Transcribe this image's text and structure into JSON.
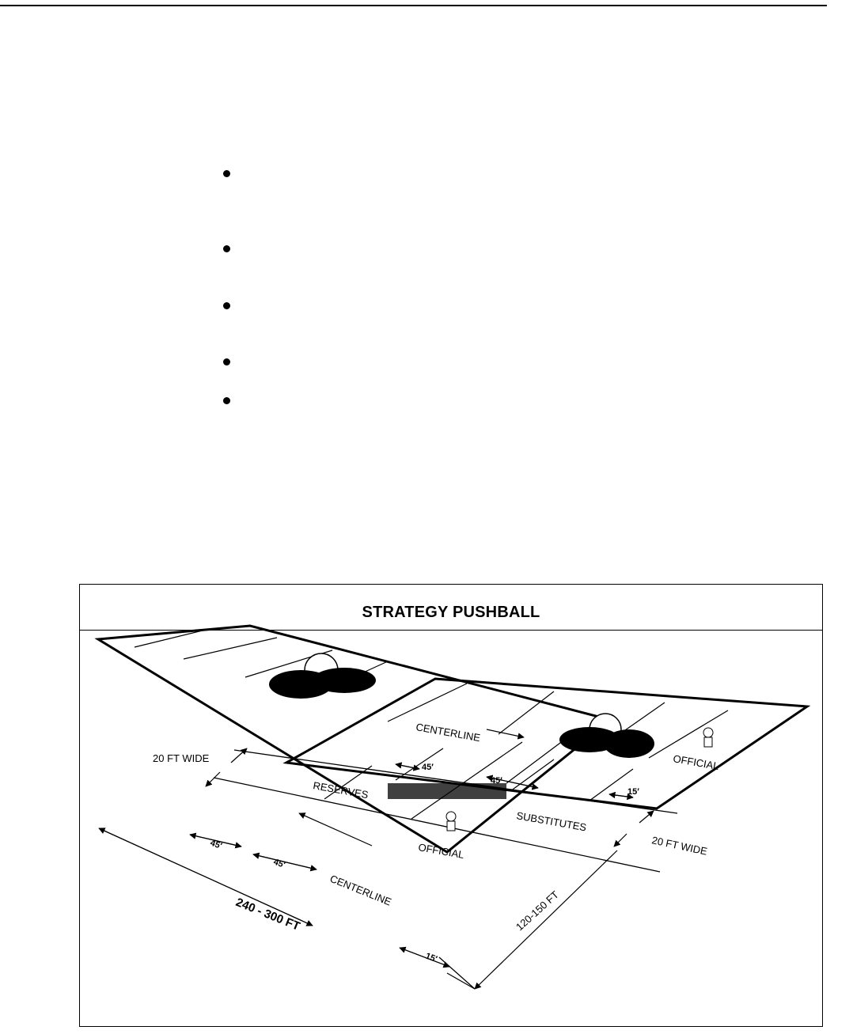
{
  "figure": {
    "title": "STRATEGY PUSHBALL",
    "labels": {
      "centerline_upper": "CENTERLINE",
      "centerline_lower": "CENTERLINE",
      "width_left": "20 FT WIDE",
      "width_right": "20 FT WIDE",
      "reserves": "RESERVES",
      "substitutes": "SUBSTITUTES",
      "official_upper": "OFFICIAL",
      "official_lower": "OFFICIAL",
      "dim_45_a": "45′",
      "dim_45_b": "45′",
      "dim_45_c": "45′",
      "dim_45_d": "45′",
      "dim_15_upper": "15′",
      "dim_15_lower": "15′",
      "length": "240 - 300 FT",
      "width": "120-150 FT"
    }
  }
}
